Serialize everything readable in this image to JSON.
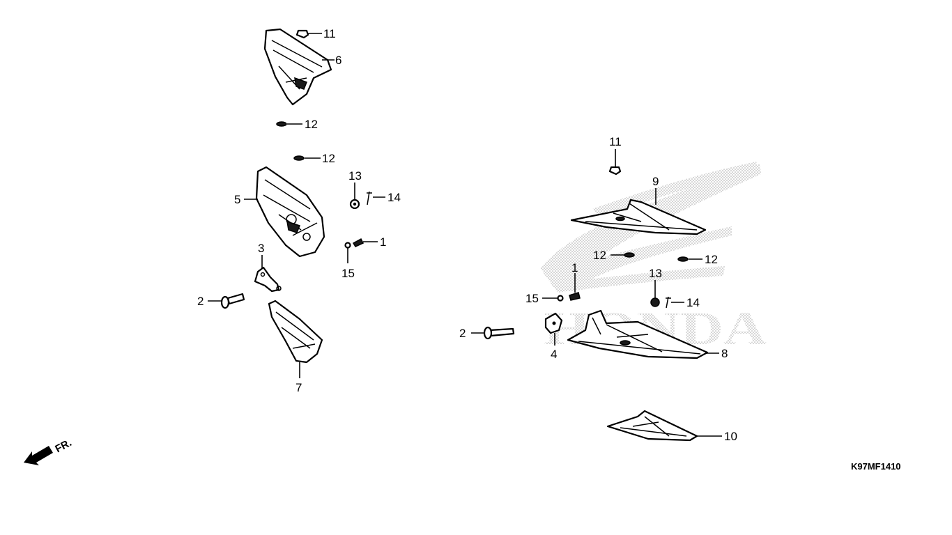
{
  "diagram": {
    "code": "K97MF1410",
    "direction_label": "FR.",
    "watermark": "HONDA",
    "callouts": {
      "n1": "1",
      "n2": "2",
      "n3": "3",
      "n4": "4",
      "n5": "5",
      "n6": "6",
      "n7": "7",
      "n8": "8",
      "n9": "9",
      "n10": "10",
      "n11": "11",
      "n12": "12",
      "n13": "13",
      "n14": "14",
      "n15": "15"
    }
  }
}
